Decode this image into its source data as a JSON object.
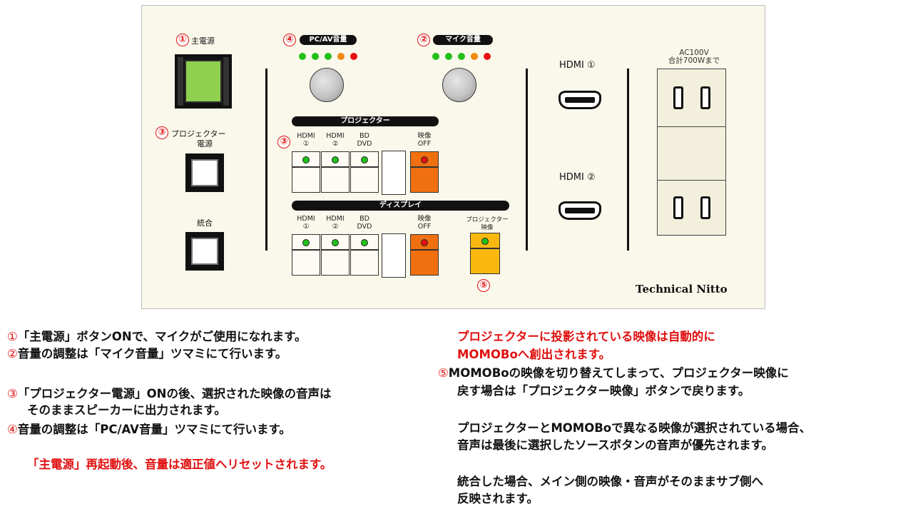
{
  "panel": {
    "main_power": {
      "num": "①",
      "label": "主電源"
    },
    "projector_power": {
      "num": "③",
      "label_line1": "プロジェクター",
      "label_line2": "電源"
    },
    "integrate": {
      "label": "統合"
    },
    "pcav_volume": {
      "num": "④",
      "label": "PC/AV音量"
    },
    "mic_volume": {
      "num": "②",
      "label": "マイク音量"
    },
    "projector_section": {
      "num": "③",
      "title": "プロジェクター",
      "columns": [
        {
          "line1": "HDMI",
          "line2": "①"
        },
        {
          "line1": "HDMI",
          "line2": "②"
        },
        {
          "line1": "BD",
          "line2": "DVD"
        },
        {
          "line1": "映像",
          "line2": "OFF"
        }
      ]
    },
    "display_section": {
      "title": "ディスプレイ",
      "columns": [
        {
          "line1": "HDMI",
          "line2": "①"
        },
        {
          "line1": "HDMI",
          "line2": "②"
        },
        {
          "line1": "BD",
          "line2": "DVD"
        },
        {
          "line1": "映像",
          "line2": "OFF"
        }
      ],
      "projector_video": {
        "line1": "プロジェクター",
        "line2": "映像",
        "num": "⑤"
      }
    },
    "hdmi1": {
      "label": "HDMI ①"
    },
    "hdmi2": {
      "label": "HDMI ②"
    },
    "outlet": {
      "line1": "AC100V",
      "line2": "合計700Wまで"
    },
    "brand": "Technical Nitto"
  },
  "notes_left": [
    {
      "num": "①",
      "text": "「主電源」ボタンONで、マイクがご使用になれます。"
    },
    {
      "num": "②",
      "text": "音量の調整は「マイク音量」ツマミにて行います。"
    },
    {
      "num": "③",
      "text": "「プロジェクター電源」ONの後、選択された映像の音声は"
    },
    {
      "num": "",
      "text": "そのままスピーカーに出力されます。"
    },
    {
      "num": "④",
      "text": "音量の調整は「PC/AV音量」ツマミにて行います。"
    },
    {
      "num": "",
      "text": "「主電源」再起動後、音量は適正値へリセットされます。"
    }
  ],
  "notes_right": [
    {
      "num": "",
      "text": "プロジェクターに投影されている映像は自動的に"
    },
    {
      "num": "",
      "text": "MOMOBoへ創出されます。"
    },
    {
      "num": "⑤",
      "text": "MOMOBoの映像を切り替えてしまって、プロジェクター映像に"
    },
    {
      "num": "",
      "text": "戻す場合は「プロジェクター映像」ボタンで戻ります。"
    },
    {
      "num": "",
      "text": "プロジェクターとMOMOBoで異なる映像が選択されている場合、"
    },
    {
      "num": "",
      "text": "音声は最後に選択したソースボタンの音声が優先されます。"
    },
    {
      "num": "",
      "text": "統合した場合、メイン側の映像・音声がそのままサブ側へ"
    },
    {
      "num": "",
      "text": "反映されます。"
    }
  ],
  "colors": {
    "accent_red": "#e01010",
    "led_green": "#22c01a",
    "led_orange": "#f08a10",
    "key_orange": "#f07010",
    "key_yellow": "#f8b810",
    "power_green": "#8fd14f"
  }
}
